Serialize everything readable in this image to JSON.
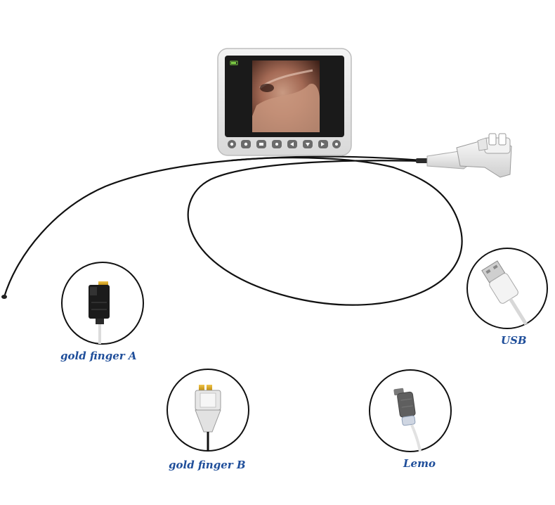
{
  "labels": {
    "gold_finger_a": "gold finger A",
    "usb": "USB",
    "gold_finger_b": "gold finger B",
    "lemo": "Lemo"
  },
  "colors": {
    "label_blue": "#1f4e9a",
    "cable": "#111111",
    "device_shell": "#e9e9e9",
    "screen_frame": "#1a1a1a",
    "gold": "#d4a21f"
  },
  "device": {
    "battery_icon": "battery-icon",
    "button_icons": [
      "power-icon",
      "camera-icon",
      "video-icon",
      "photo-icon",
      "left-icon",
      "down-icon",
      "right-icon",
      "folder-icon",
      "settings-icon"
    ]
  }
}
